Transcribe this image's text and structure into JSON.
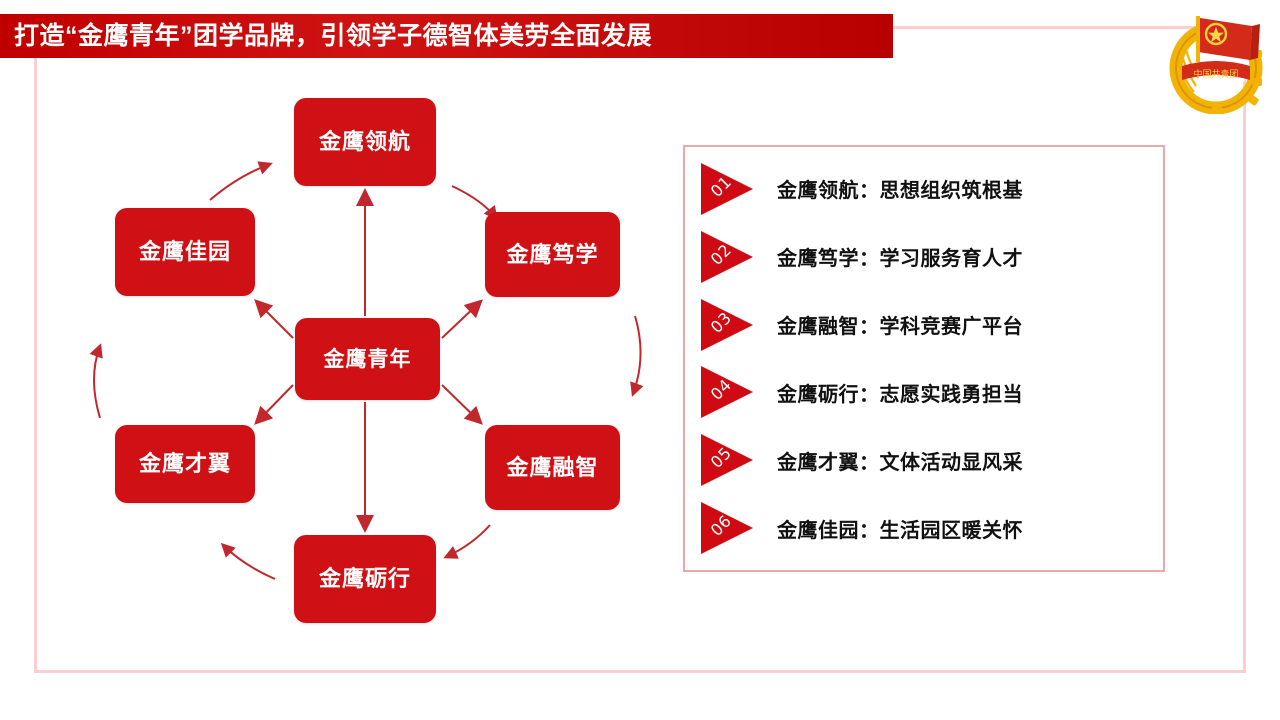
{
  "slide": {
    "title": "打造“金鹰青年”团学品牌，引领学子德智体美劳全面发展",
    "emblem_name": "中国共青团",
    "colors": {
      "title_bar_red": "#c00000",
      "node_red": "#cf1015",
      "badge_red": "#d00a13",
      "frame_pink": "#f9cfcf",
      "panel_border_pink": "#eda9a9",
      "arrow_red": "#c0282d"
    }
  },
  "diagram": {
    "center": {
      "label": "金鹰青年"
    },
    "nodes": [
      {
        "label": "金鹰领航",
        "position": "top"
      },
      {
        "label": "金鹰笃学",
        "position": "right-upper"
      },
      {
        "label": "金鹰融智",
        "position": "right-lower"
      },
      {
        "label": "金鹰砺行",
        "position": "bottom"
      },
      {
        "label": "金鹰才翼",
        "position": "left-lower"
      },
      {
        "label": "金鹰佳园",
        "position": "left-upper"
      }
    ]
  },
  "list": {
    "items": [
      {
        "number": "01",
        "text": "金鹰领航：思想组织筑根基"
      },
      {
        "number": "02",
        "text": "金鹰笃学：学习服务育人才"
      },
      {
        "number": "03",
        "text": "金鹰融智：学科竞赛广平台"
      },
      {
        "number": "04",
        "text": "金鹰砺行：志愿实践勇担当"
      },
      {
        "number": "05",
        "text": "金鹰才翼：文体活动显风采"
      },
      {
        "number": "06",
        "text": "金鹰佳园：生活园区暖关怀"
      }
    ]
  }
}
